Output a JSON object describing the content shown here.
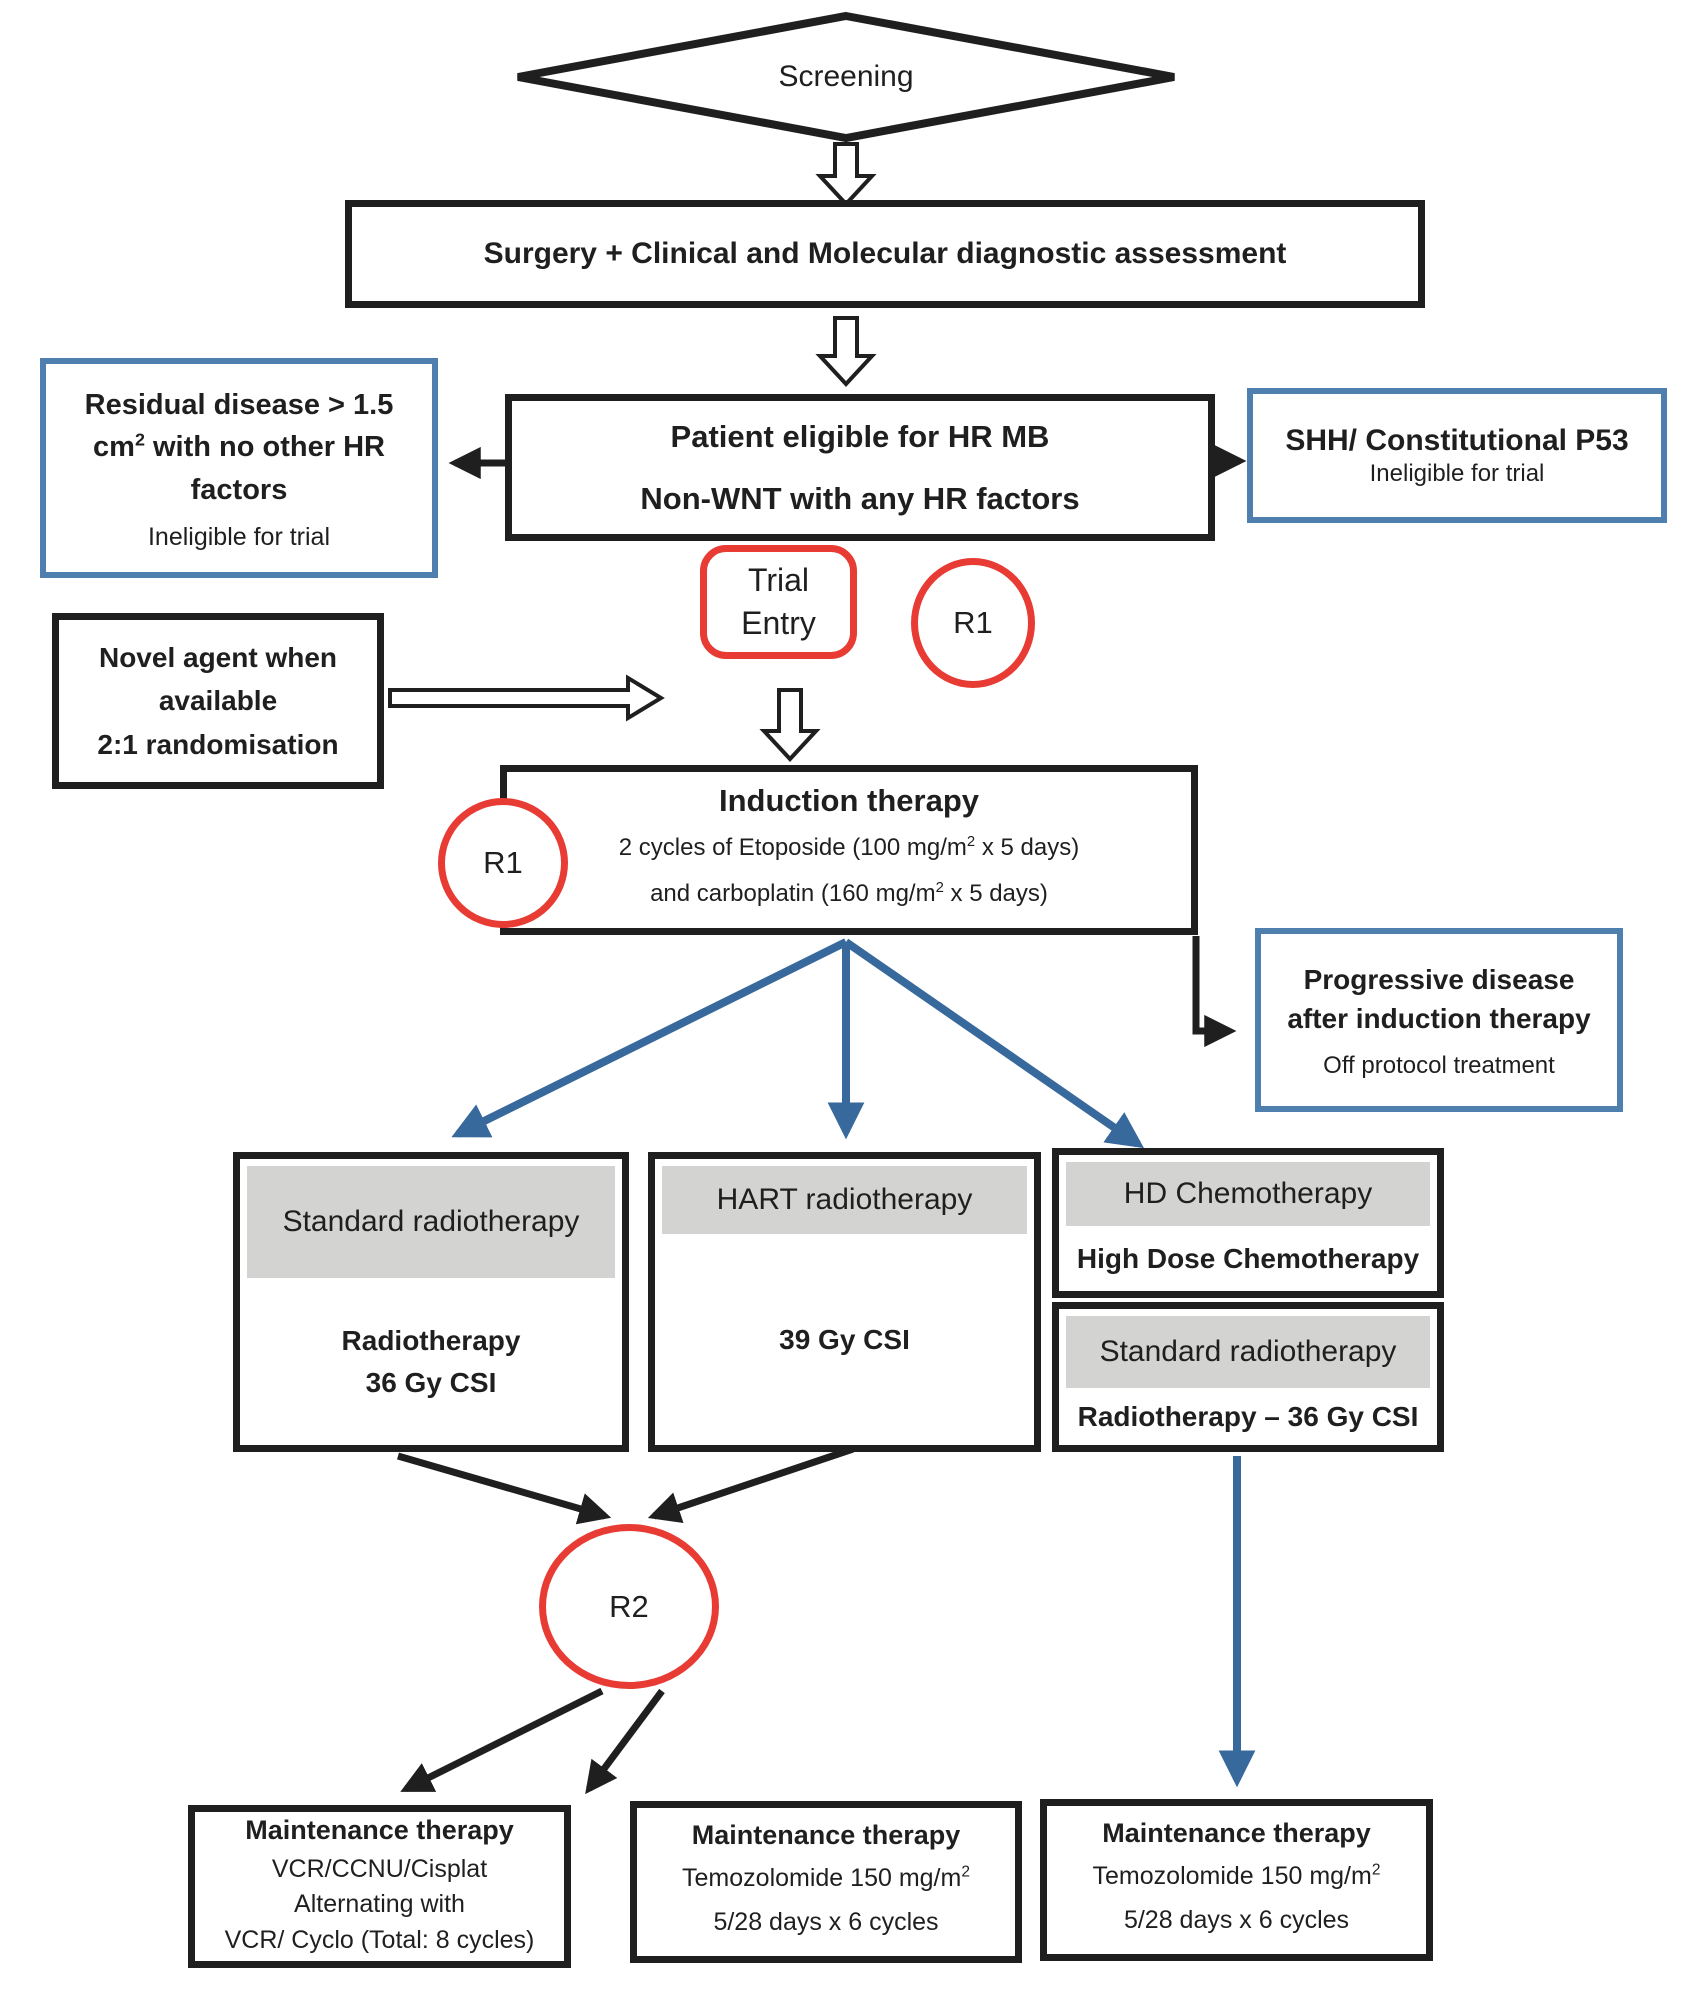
{
  "colors": {
    "black": "#1f1f1f",
    "red": "#e73b34",
    "blue_border": "#4e7fae",
    "blue_arrow": "#38699c",
    "gray_header": "#d3d3d1"
  },
  "screening": {
    "label": "Screening"
  },
  "surgery": {
    "label": "Surgery + Clinical and Molecular diagnostic assessment"
  },
  "patient": {
    "line1": "Patient eligible for HR MB",
    "line2": "Non-WNT with  any HR factors"
  },
  "residual": {
    "title_pre": "Residual disease > 1.5 cm",
    "title_sup": "2",
    "title_post": " with no other HR factors",
    "note": "Ineligible for trial"
  },
  "shh": {
    "title": "SHH/ Constitutional P53",
    "note": "Ineligible for trial"
  },
  "trial_entry": {
    "line1": "Trial",
    "line2": "Entry"
  },
  "r1": {
    "label": "R1"
  },
  "novel": {
    "line1": "Novel agent when",
    "line2": "available",
    "line3": "2:1 randomisation"
  },
  "induction": {
    "title": "Induction therapy",
    "l1_pre": "2 cycles of Etoposide (100 mg/m",
    "l1_sup": "2",
    "l1_post": " x 5 days)",
    "l2_pre": "and carboplatin (160 mg/m",
    "l2_sup": "2",
    "l2_post": " x 5 days)"
  },
  "progressive": {
    "title": "Progressive disease after induction therapy",
    "note": "Off protocol treatment"
  },
  "arm_std_rt": {
    "header": "Standard radiotherapy",
    "body1": "Radiotherapy",
    "body2": "36 Gy CSI"
  },
  "arm_hart": {
    "header": "HART radiotherapy",
    "body": "39 Gy CSI"
  },
  "arm_hd": {
    "header": "HD Chemotherapy",
    "body": "High Dose Chemotherapy"
  },
  "arm_hd_rt": {
    "header": "Standard radiotherapy",
    "body": "Radiotherapy – 36 Gy CSI"
  },
  "r2": {
    "label": "R2"
  },
  "maint1": {
    "title": "Maintenance therapy",
    "l1": "VCR/CCNU/Cisplat",
    "l2": "Alternating with",
    "l3": "VCR/ Cyclo (Total: 8 cycles)"
  },
  "maint2": {
    "title": "Maintenance therapy",
    "l1_pre": "Temozolomide 150 mg/m",
    "l1_sup": "2",
    "l2": "5/28 days x 6 cycles"
  },
  "maint3": {
    "title": "Maintenance therapy",
    "l1_pre": "Temozolomide 150 mg/m",
    "l1_sup": "2",
    "l2": "5/28 days x 6 cycles"
  }
}
